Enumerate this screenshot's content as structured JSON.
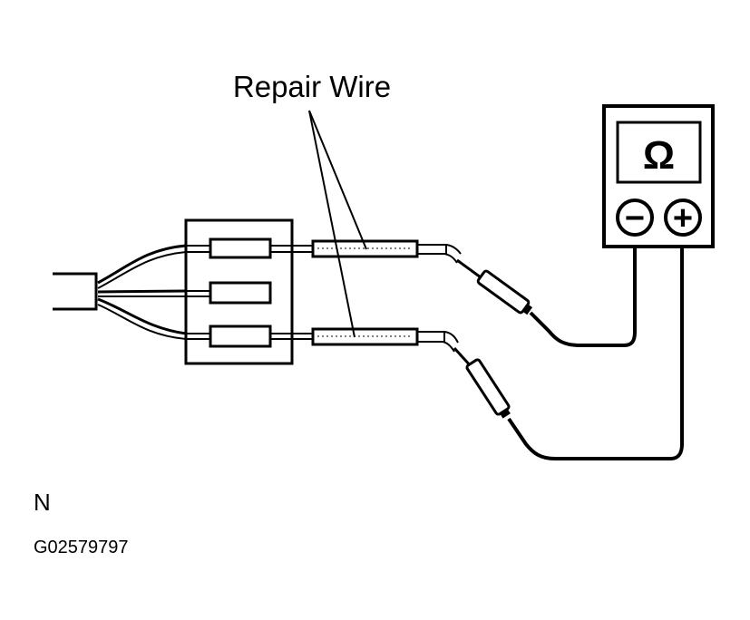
{
  "diagram": {
    "callout_label": "Repair Wire",
    "meter_symbol": "Ω",
    "negative_terminal": "−",
    "positive_terminal": "+",
    "view_letter": "N",
    "figure_code": "G02579797"
  },
  "colors": {
    "ink": "#000000",
    "paper": "#ffffff"
  }
}
